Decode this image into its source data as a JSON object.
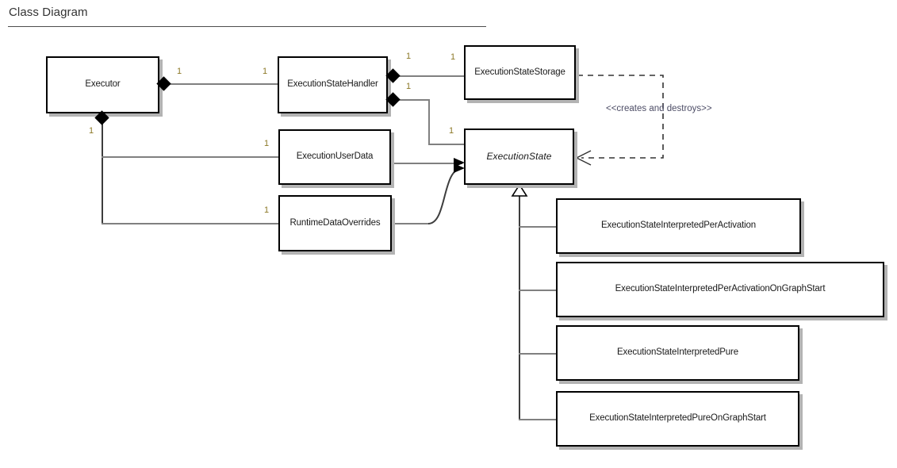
{
  "title": "Class Diagram",
  "classes": [
    {
      "id": "executor",
      "name": "Executor",
      "abstract": false
    },
    {
      "id": "handler",
      "name": "ExecutionStateHandler",
      "abstract": false
    },
    {
      "id": "storage",
      "name": "ExecutionStateStorage",
      "abstract": false
    },
    {
      "id": "userdata",
      "name": "ExecutionUserData",
      "abstract": false
    },
    {
      "id": "overrides",
      "name": "RuntimeDataOverrides",
      "abstract": false
    },
    {
      "id": "state",
      "name": "ExecutionState",
      "abstract": true
    },
    {
      "id": "sub1",
      "name": "ExecutionStateInterpretedPerActivation",
      "abstract": false
    },
    {
      "id": "sub2",
      "name": "ExecutionStateInterpretedPerActivationOnGraphStart",
      "abstract": false
    },
    {
      "id": "sub3",
      "name": "ExecutionStateInterpretedPure",
      "abstract": false
    },
    {
      "id": "sub4",
      "name": "ExecutionStateInterpretedPureOnGraphStart",
      "abstract": false
    }
  ],
  "multiplicities": {
    "executor_to_handler_src": "1",
    "executor_to_handler_dst": "1",
    "executor_to_children": "1",
    "handler_to_storage_src": "1",
    "handler_to_storage_dst": "1",
    "handler_to_state_src": "1",
    "handler_to_state_dst": "1",
    "userdata": "1",
    "overrides": "1"
  },
  "stereotype": "<<creates and destroys>>",
  "colors": {
    "multiplicity": "#8c7826",
    "connector": "#808080",
    "border": "#000000",
    "shadow": "#b3b3b3",
    "stereotype": "#4d4d66"
  }
}
